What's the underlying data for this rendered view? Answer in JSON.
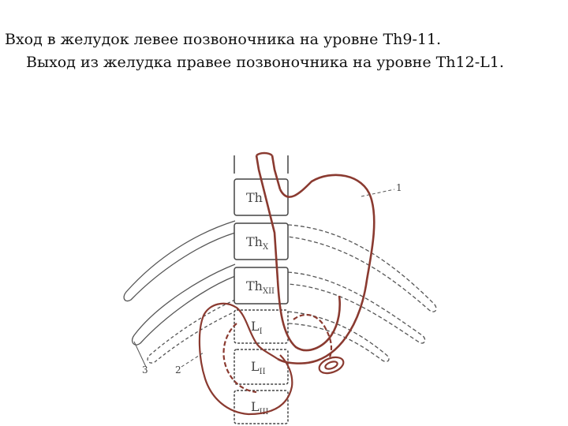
{
  "text": {
    "line1": "Вход в желудок левее позвоночника на уровне Th9-11.",
    "line2": "Выход из желудка правее позвоночника на уровне Th12-L1."
  },
  "figure": {
    "vertebrae": [
      {
        "main": "Th",
        "sub": ""
      },
      {
        "main": "Th",
        "sub": "X"
      },
      {
        "main": "Th",
        "sub": "XII"
      },
      {
        "main": "L",
        "sub": "I"
      },
      {
        "main": "L",
        "sub": "II"
      },
      {
        "main": "L",
        "sub": "III"
      }
    ],
    "callouts": [
      "1",
      "2",
      "3"
    ],
    "colors": {
      "organ": "#8a3a30",
      "bone": "#555555"
    }
  }
}
